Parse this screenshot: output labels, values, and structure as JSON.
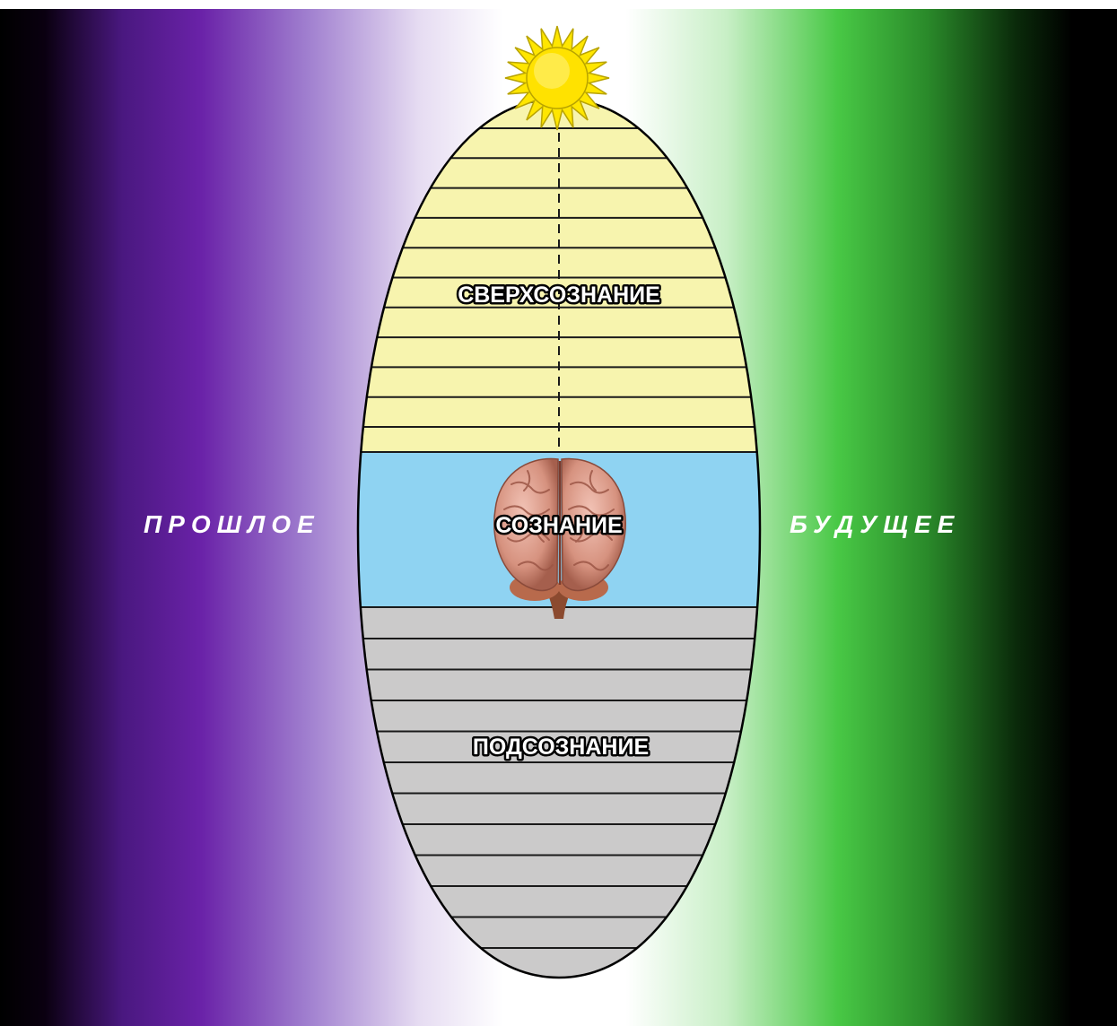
{
  "labels": {
    "past": "ПРОШЛОЕ",
    "future": "БУДУЩЕЕ",
    "superconscious": "СВЕРХСОЗНАНИЕ",
    "conscious": "СОЗНАНИЕ",
    "subconscious": "ПОДСОЗНАНИЕ"
  },
  "colors": {
    "background": "#000000",
    "past_glow": "#6a22a8",
    "future_glow": "#48c845",
    "superconscious_fill": "#f7f4ae",
    "conscious_fill": "#8fd3f2",
    "subconscious_fill": "#cbcaca",
    "sun": "#ffe600",
    "brain": "#e2a79a"
  },
  "icons": [
    "sun-icon",
    "brain-icon"
  ]
}
